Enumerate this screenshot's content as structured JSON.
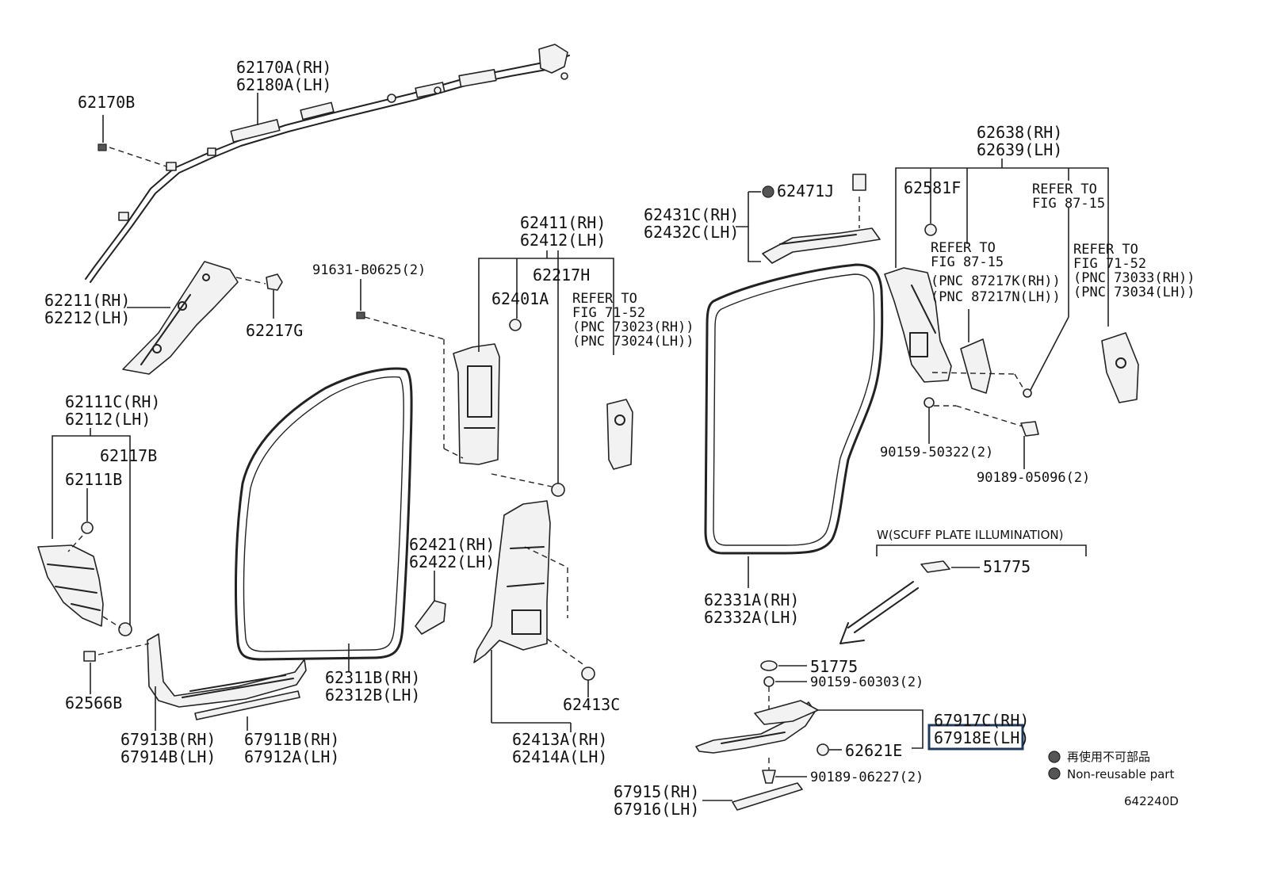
{
  "diagram_code": "642240D",
  "labels": {
    "p62170A": "62170A(RH)",
    "p62180A": "62180A(LH)",
    "p62170B": "62170B",
    "p62211": "62211(RH)",
    "p62212": "62212(LH)",
    "p62217G": "62217G",
    "p62111C": "62111C(RH)",
    "p62112": "62112(LH)",
    "p62117B": "62117B",
    "p62111B": "62111B",
    "p62566B": "62566B",
    "p67913B": "67913B(RH)",
    "p67914B": "67914B(LH)",
    "p67911B": "67911B(RH)",
    "p67912A": "67912A(LH)",
    "p62311B": "62311B(RH)",
    "p62312B": "62312B(LH)",
    "p91631": "91631-B0625(2)",
    "p62411": "62411(RH)",
    "p62412": "62412(LH)",
    "p62217H": "62217H",
    "p62401A": "62401A",
    "ref7152a_1": "REFER TO",
    "ref7152a_2": "FIG 71-52",
    "ref7152a_3": "(PNC 73023(RH))",
    "ref7152a_4": "(PNC 73024(LH))",
    "p62421": "62421(RH)",
    "p62422": "62422(LH)",
    "p62413C": "62413C",
    "p62413A": "62413A(RH)",
    "p62414A": "62414A(LH)",
    "p62431C": "62431C(RH)",
    "p62432C": "62432C(LH)",
    "p62471J": "62471J",
    "p62331A": "62331A(RH)",
    "p62332A": "62332A(LH)",
    "p62638": "62638(RH)",
    "p62639": "62639(LH)",
    "p62581F": "62581F",
    "ref8715a_1": "REFER TO",
    "ref8715a_2": "FIG 87-15",
    "ref8715b_1": "REFER TO",
    "ref8715b_2": "FIG 87-15",
    "ref8715b_3": "(PNC 87217K(RH))",
    "ref8715b_4": "(PNC 87217N(LH))",
    "ref7152b_1": "REFER TO",
    "ref7152b_2": "FIG 71-52",
    "ref7152b_3": "(PNC 73033(RH))",
    "ref7152b_4": "(PNC 73034(LH))",
    "p90159_50322": "90159-50322(2)",
    "p90189_05096": "90189-05096(2)",
    "scuff_heading": "W(SCUFF PLATE ILLUMINATION)",
    "p51775_top": "51775",
    "p51775_mid": "51775",
    "p90159_60303": "90159-60303(2)",
    "p67917C": "67917C(RH)",
    "p67918E": "67918E(LH)",
    "p62621E": "62621E",
    "p90189_06227": "90189-06227(2)",
    "p67915": "67915(RH)",
    "p67916": "67916(LH)"
  },
  "legend": {
    "line1": "再使用不可部品",
    "line2": "Non-reusable part"
  },
  "highlighted_part": "67918E(LH)"
}
